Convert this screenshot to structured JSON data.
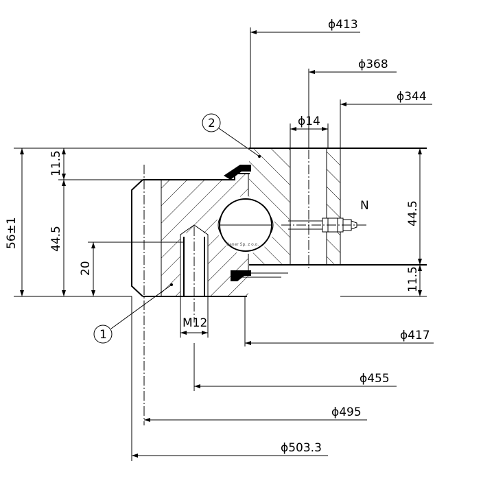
{
  "drawing": {
    "dimensions": {
      "d413": "ϕ413",
      "d368": "ϕ368",
      "d344": "ϕ344",
      "d14": "ϕ14",
      "d417": "ϕ417",
      "d455": "ϕ455",
      "d495": "ϕ495",
      "d503": "ϕ503.3",
      "h56": "56±1",
      "h44_left": "44.5",
      "h44_right": "44.5",
      "h11_left": "11.5",
      "h11_right": "11.5",
      "h20": "20",
      "m12": "M12"
    },
    "labels": {
      "callout1": "1",
      "callout2": "2",
      "nipple": "N"
    },
    "watermark": "Baner Sp. z o.o."
  }
}
